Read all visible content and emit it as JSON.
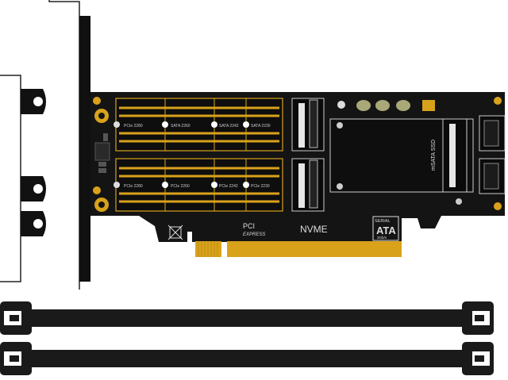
{
  "product": {
    "slot_labels": {
      "top": [
        "PCIe 2280",
        "SATA 2260",
        "SATA 2242",
        "SATA 2230"
      ],
      "bottom": [
        "PCIe 2280",
        "PCIe 2260",
        "PCIe 2242",
        "PCIe 2230"
      ]
    },
    "pci_express_logo": {
      "line1": "PCI",
      "line2": "EXPRESS"
    },
    "nvme_label": "NVME",
    "msata_label": "mSATA SSD",
    "serial_ata_logo": {
      "top": "SERIAL",
      "main": "ATA",
      "bottom": "3Gb/s"
    }
  },
  "colors": {
    "board": "#141414",
    "gold": "#d9a21b",
    "bracket": "#111111",
    "cable": "#1a1a1a",
    "connector": "#ffffff"
  }
}
